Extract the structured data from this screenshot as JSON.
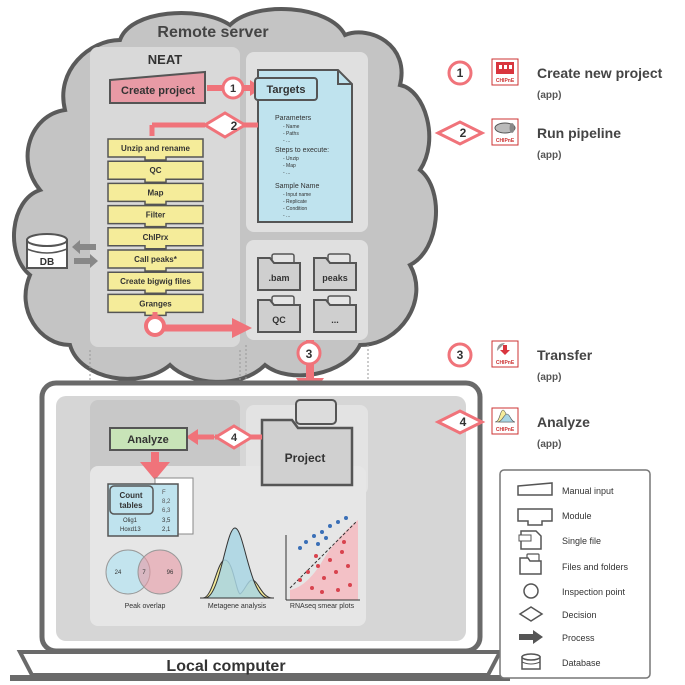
{
  "remote_server": {
    "title": "Remote server"
  },
  "neat": {
    "title": "NEAT",
    "create_project": "Create project"
  },
  "targets": {
    "title": "Targets",
    "lines": [
      "Parameters",
      "- Name",
      "- Paths",
      "- ...",
      "Steps to execute:",
      "- Unzip",
      "- Map",
      "- ...",
      "Sample Name",
      "- Input name",
      "- Replicate",
      "- Condition",
      "- ..."
    ]
  },
  "pipeline": {
    "steps": [
      "Unzip and rename",
      "QC",
      "Map",
      "Filter",
      "ChIPrx",
      "Call peaks*",
      "Create bigwig files",
      "Granges"
    ]
  },
  "db": {
    "label": "DB"
  },
  "folders": {
    "bam": ".bam",
    "peaks": "peaks",
    "qc": "QC",
    "more": "..."
  },
  "steps": {
    "s1": "1",
    "s2": "2",
    "s3": "3",
    "s4": "4"
  },
  "project": {
    "label": "Project"
  },
  "analyze": {
    "label": "Analyze"
  },
  "count_tables": {
    "title_line1": "Count",
    "title_line2": "tables",
    "rows": [
      {
        "gene": "Olig1",
        "value": "3,5"
      },
      {
        "gene": "Hoxd13",
        "value": "2,1"
      }
    ],
    "partial_values": [
      "F",
      "8,2",
      "6,3"
    ]
  },
  "venn": {
    "left": "24",
    "middle": "7",
    "right": "96",
    "caption": "Peak overlap"
  },
  "metagene": {
    "caption": "Metagene analysis"
  },
  "smear": {
    "caption": "RNAseq smear plots"
  },
  "local": {
    "title": "Local computer"
  },
  "legend_apps": [
    {
      "num": "1",
      "title": "Create new project",
      "sub": "(app)",
      "icon": "chipne-building-icon",
      "icon_text": "CHIPnE"
    },
    {
      "num": "2",
      "title": "Run pipeline",
      "sub": "(app)",
      "icon": "chipne-pipe-icon",
      "icon_text": "CHIPnE"
    },
    {
      "num": "3",
      "title": "Transfer",
      "sub": "(app)",
      "icon": "chipne-transfer-icon",
      "icon_text": "CHIPnE"
    },
    {
      "num": "4",
      "title": "Analyze",
      "sub": "(app)",
      "icon": "chipne-analyze-icon",
      "icon_text": "CHIPnE"
    }
  ],
  "key": {
    "manual_input": "Manual input",
    "module": "Module",
    "single_file": "Single file",
    "files_folders": "Files and folders",
    "inspection": "Inspection point",
    "decision": "Decision",
    "process": "Process",
    "database": "Database"
  },
  "colors": {
    "accent_pink": "#f0737a",
    "create_project_fill": "#e89aa5",
    "targets_fill": "#bfe3ee",
    "pipeline_fill": "#f5ec9a",
    "analyze_fill": "#c8e4b8",
    "cloud_gray": "#bdbdbd",
    "panel_gray": "#d6d6d6",
    "dark_text": "#3a3a3a"
  }
}
